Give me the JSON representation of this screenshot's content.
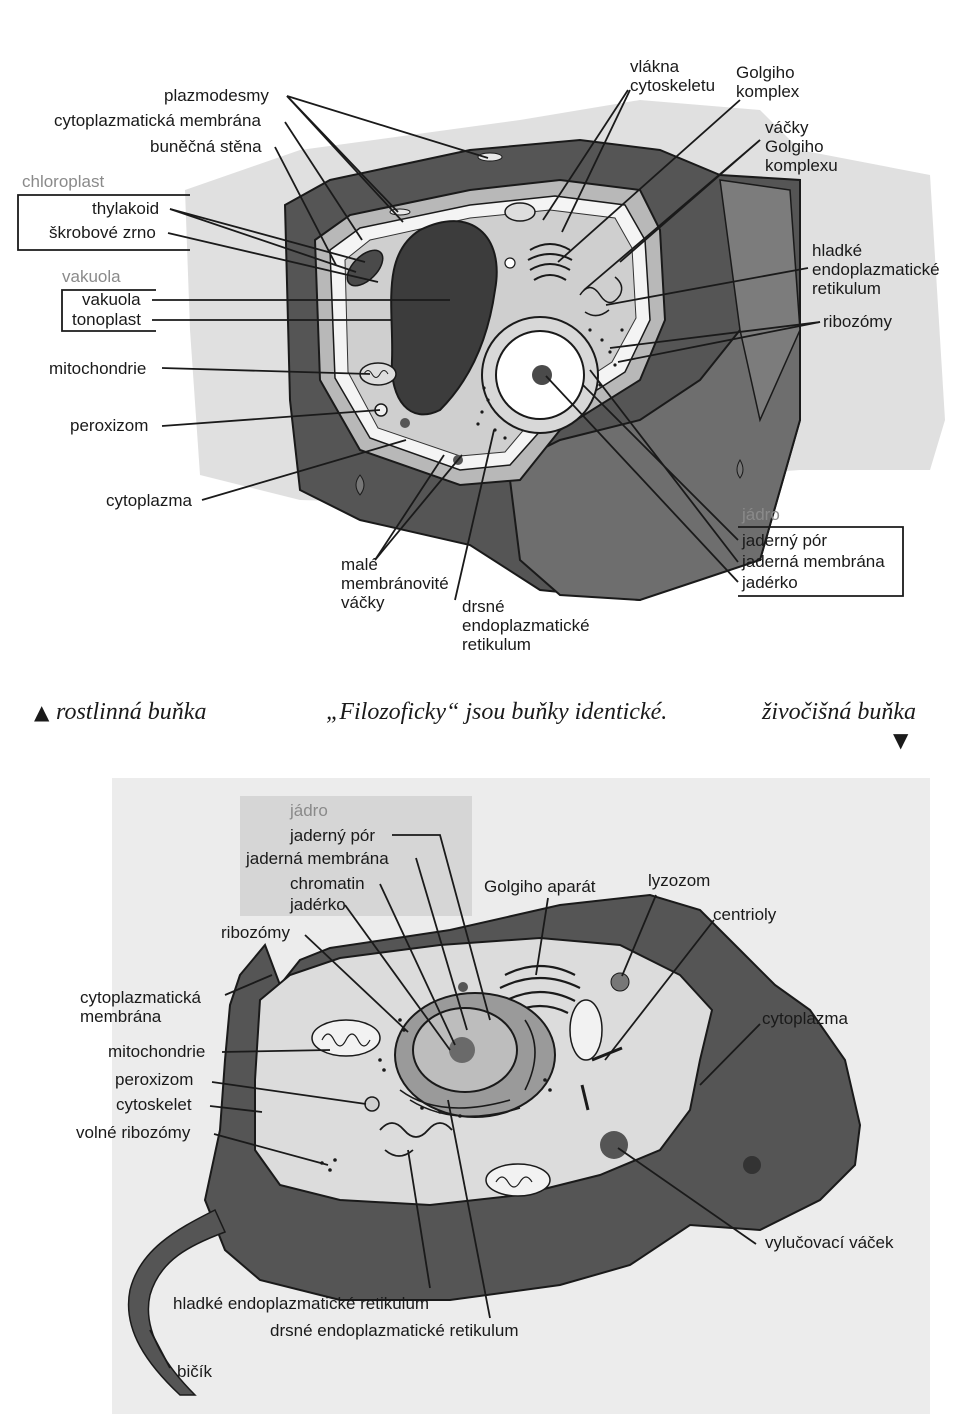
{
  "plant_cell": {
    "labels": {
      "plazmodesmy": "plazmodesmy",
      "cytoplazmaticka_membrana": "cytoplazmatická membrána",
      "bunecna_stena": "buněčná stěna",
      "chloroplast": "chloroplast",
      "thylakoid": "thylakoid",
      "skrobove_zrno": "škrobové zrno",
      "vakuola_group": "vakuola",
      "vakuola": "vakuola",
      "tonoplast": "tonoplast",
      "mitochondrie": "mitochondrie",
      "peroxizom": "peroxizom",
      "cytoplazma": "cytoplazma",
      "male_vacky_1": "malé",
      "male_vacky_2": "membránovité",
      "male_vacky_3": "váčky",
      "drsne_er_1": "drsné",
      "drsne_er_2": "endoplazmatické",
      "drsne_er_3": "retikulum",
      "vlakna_1": "vlákna",
      "vlakna_2": "cytoskeletu",
      "golgi_1": "Golgiho",
      "golgi_2": "komplex",
      "vacky_golgi_1": "váčky",
      "vacky_golgi_2": "Golgiho",
      "vacky_golgi_3": "komplexu",
      "hladke_er_1": "hladké",
      "hladke_er_2": "endoplazmatické",
      "hladke_er_3": "retikulum",
      "ribozomy": "ribozómy",
      "jadro_group": "jádro",
      "jaderny_por": "jaderný pór",
      "jaderna_membrana": "jaderná membrána",
      "jaderko": "jadérko"
    }
  },
  "caption": {
    "left_arrow": "▲",
    "left": "rostlinná buňka",
    "center": "„Filozoficky“ jsou buňky identické.",
    "right": "živočišná buňka",
    "right_arrow": "▼"
  },
  "animal_cell": {
    "labels": {
      "jadro_group": "jádro",
      "jaderny_por": "jaderný pór",
      "jaderna_membrana": "jaderná membrána",
      "chromatin": "chromatin",
      "jaderko": "jadérko",
      "golgi": "Golgiho aparát",
      "lyzozom": "lyzozom",
      "centrioly": "centrioly",
      "ribozomy": "ribozómy",
      "cyto_membrana_1": "cytoplazmatická",
      "cyto_membrana_2": "membrána",
      "mitochondrie": "mitochondrie",
      "peroxizom": "peroxizom",
      "cytoskelet": "cytoskelet",
      "volne_ribozomy": "volné ribozómy",
      "cytoplazma": "cytoplazma",
      "vylucovaci_vacek": "vylučovací váček",
      "hladke_er": "hladké endoplazmatické retikulum",
      "drsne_er": "drsné endoplazmatické retikulum",
      "bicik": "bičík"
    }
  }
}
